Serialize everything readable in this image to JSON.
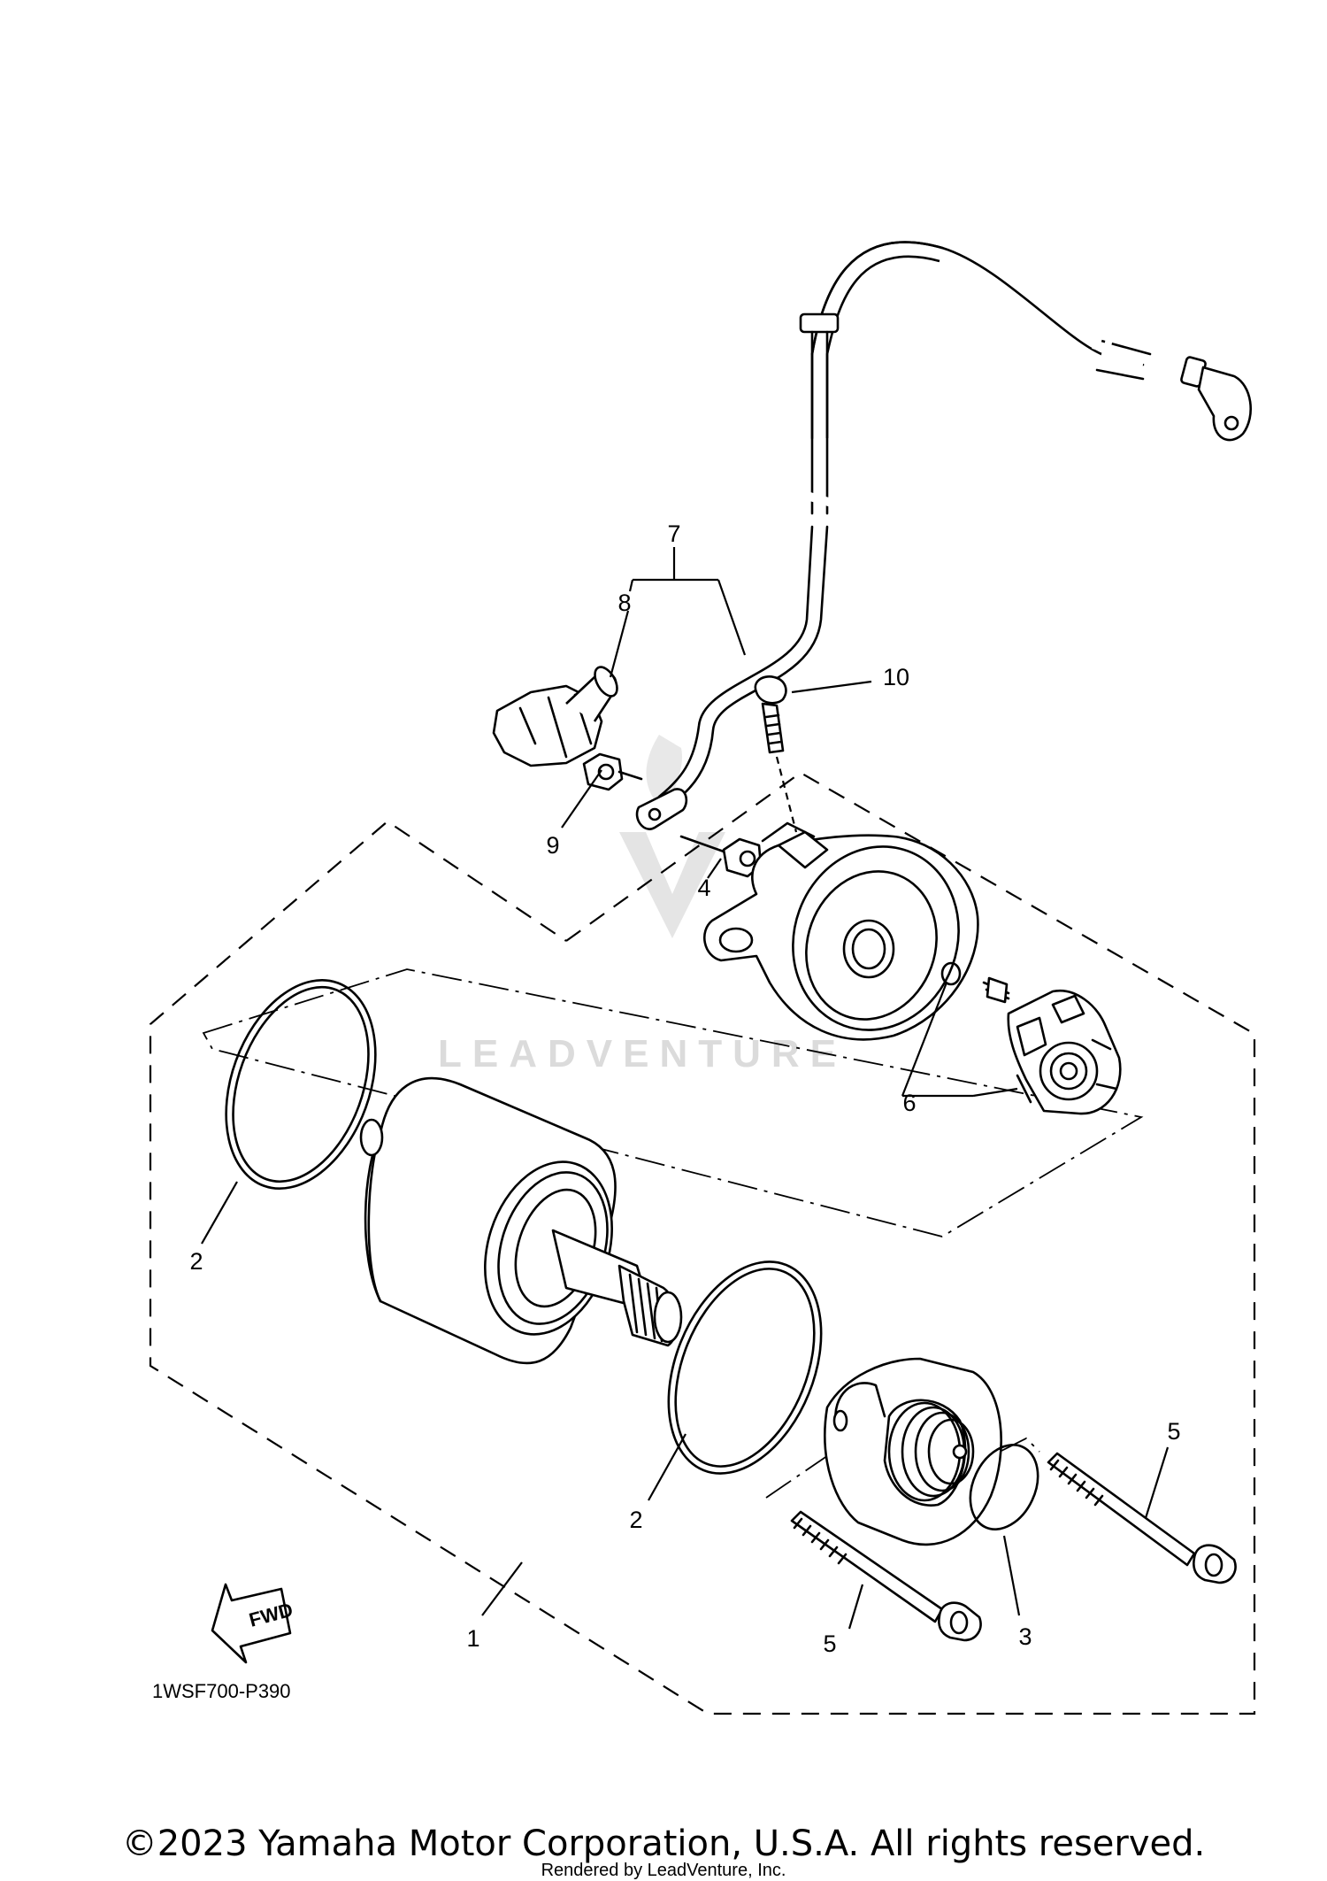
{
  "callouts": {
    "c1": "1",
    "c2a": "2",
    "c2b": "2",
    "c3": "3",
    "c4": "4",
    "c5a": "5",
    "c5b": "5",
    "c6": "6",
    "c7": "7",
    "c8": "8",
    "c9": "9",
    "c10": "10"
  },
  "fwd_label": "FWD",
  "diagram_code": "1WSF700-P390",
  "watermark": "LEADVENTURE",
  "copyright": "©2023 Yamaha Motor Corporation, U.S.A. All rights reserved.",
  "rendered_by": "Rendered by LeadVenture, Inc."
}
